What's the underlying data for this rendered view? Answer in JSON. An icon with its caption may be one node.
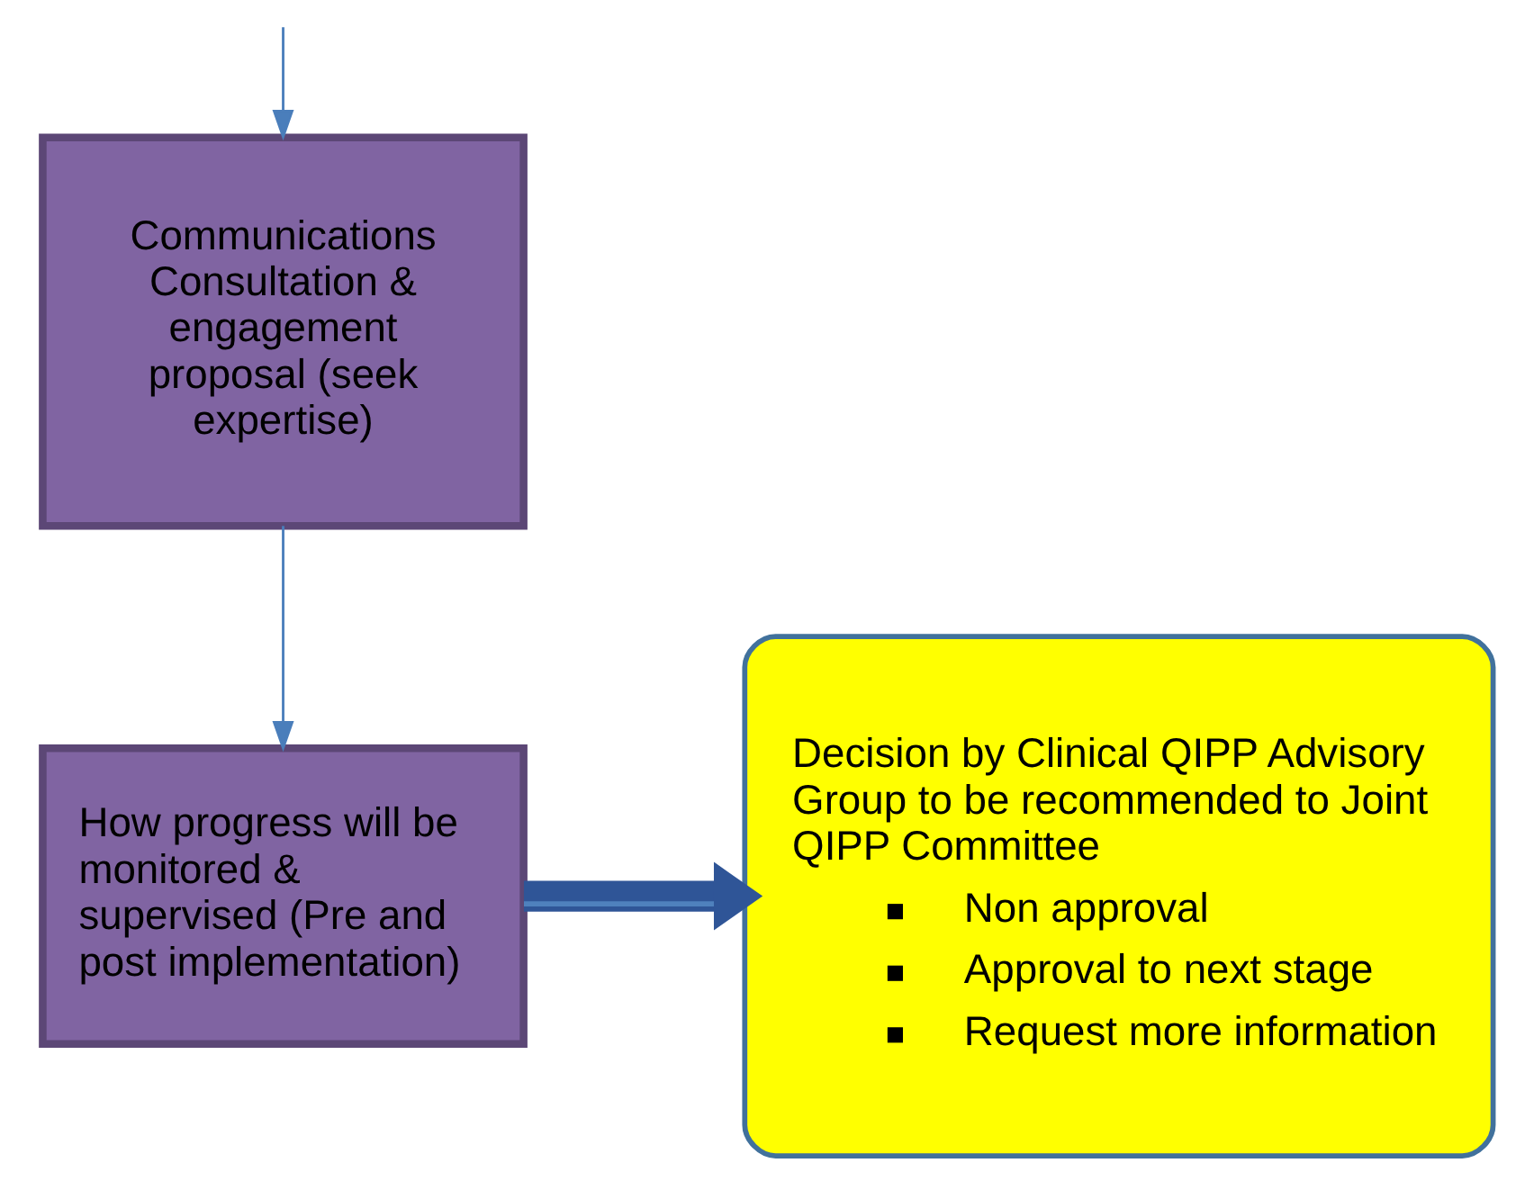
{
  "diagram": {
    "nodes": [
      {
        "text": [
          "Communications Consultation & engagement proposal (seek expertise)"
        ]
      },
      {
        "text": [
          "How progress will be monitored & supervised (Pre and post implementation)"
        ]
      },
      {
        "text": [
          "Decision by Clinical QIPP Advisory Group to be recommended to Joint QIPP Committee",
          "Non approval",
          "Approval to next stage",
          "Request more information"
        ]
      }
    ],
    "edges": [
      {
        "from": null,
        "to": 0,
        "arrow": "to"
      },
      {
        "from": 0,
        "to": 1,
        "arrow": "to"
      },
      {
        "from": 1,
        "to": 2,
        "arrow": "to",
        "style": "thick"
      }
    ]
  }
}
